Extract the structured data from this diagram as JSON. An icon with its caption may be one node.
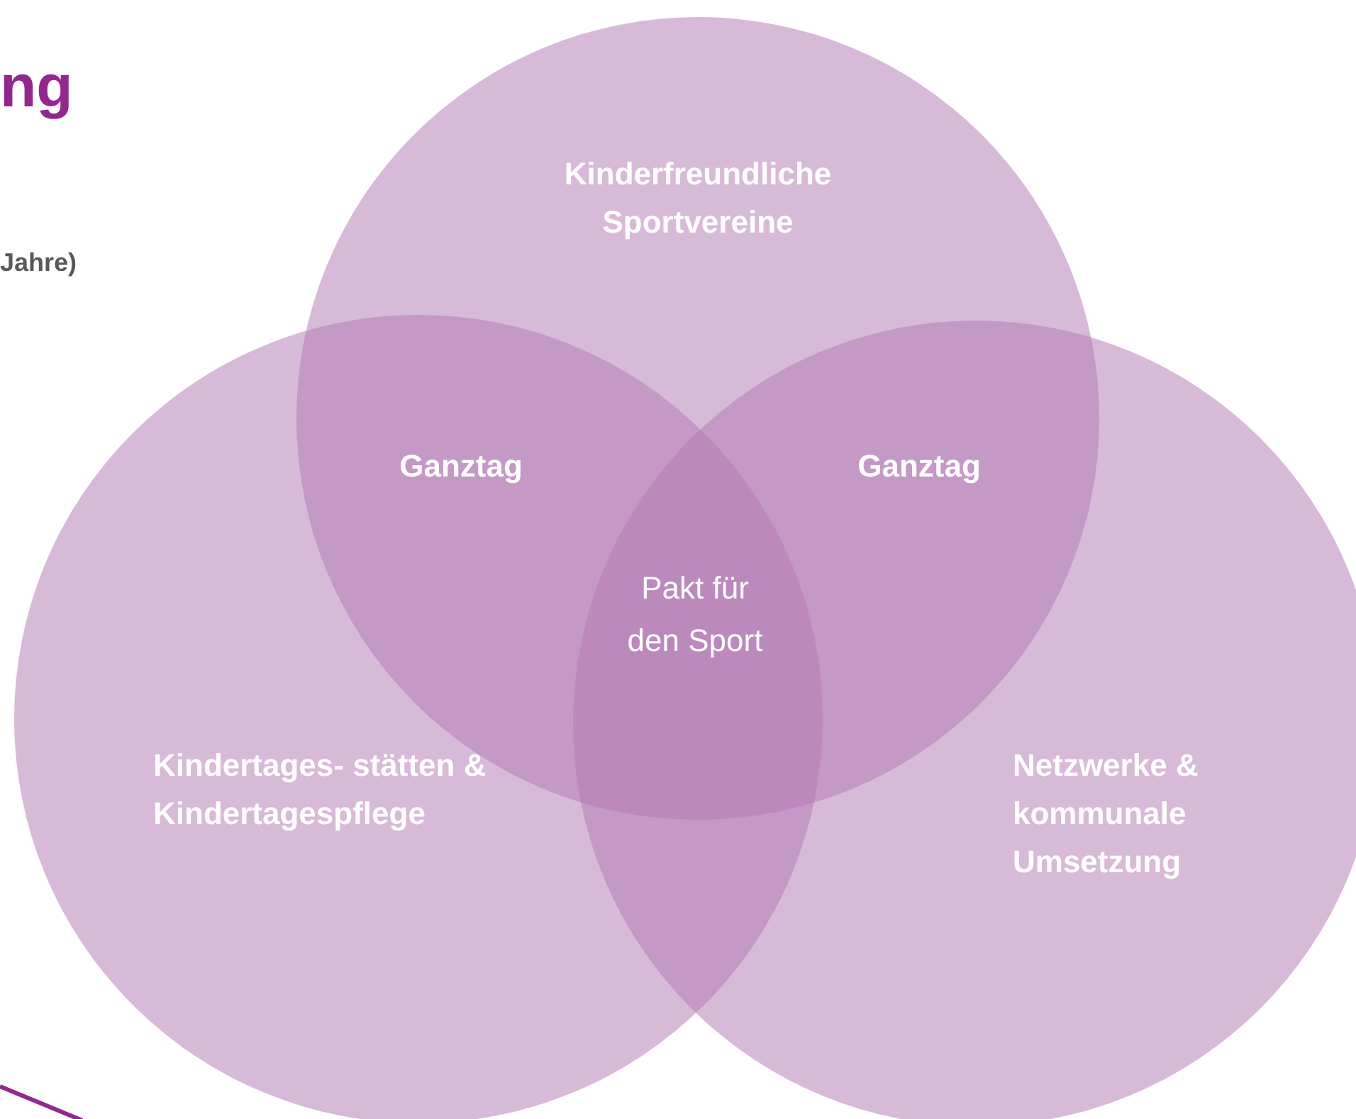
{
  "diagram": {
    "title": "ng",
    "nodes": [
      {
        "text": [
          "Kinderfreundliche Sportvereine"
        ]
      },
      {
        "text": [
          "Kindertages- stätten & Kindertagespflege"
        ]
      },
      {
        "text": [
          "Netzwerke & kommunale Umsetzung"
        ]
      }
    ],
    "labels": [
      "Jahre)",
      "Ganztag",
      "Ganztag",
      "Pakt für den Sport"
    ]
  }
}
